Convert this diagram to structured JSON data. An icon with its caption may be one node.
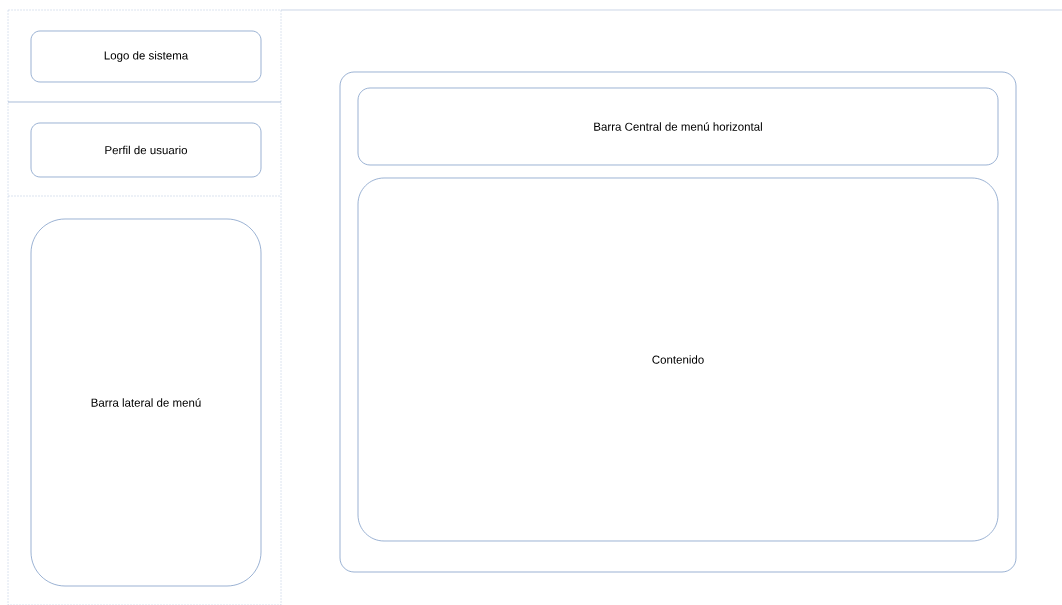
{
  "diagram": {
    "nodes": [
      {
        "text": [
          "Logo de sistema"
        ]
      },
      {
        "text": [
          "Perfil de usuario"
        ]
      },
      {
        "text": [
          "Barra lateral de menú"
        ]
      },
      {
        "text": [],
        "shape": "box"
      },
      {
        "text": [
          "Barra Central de menú horizontal"
        ],
        "in": 3
      },
      {
        "text": [
          "Contenido"
        ],
        "in": 3
      }
    ]
  }
}
